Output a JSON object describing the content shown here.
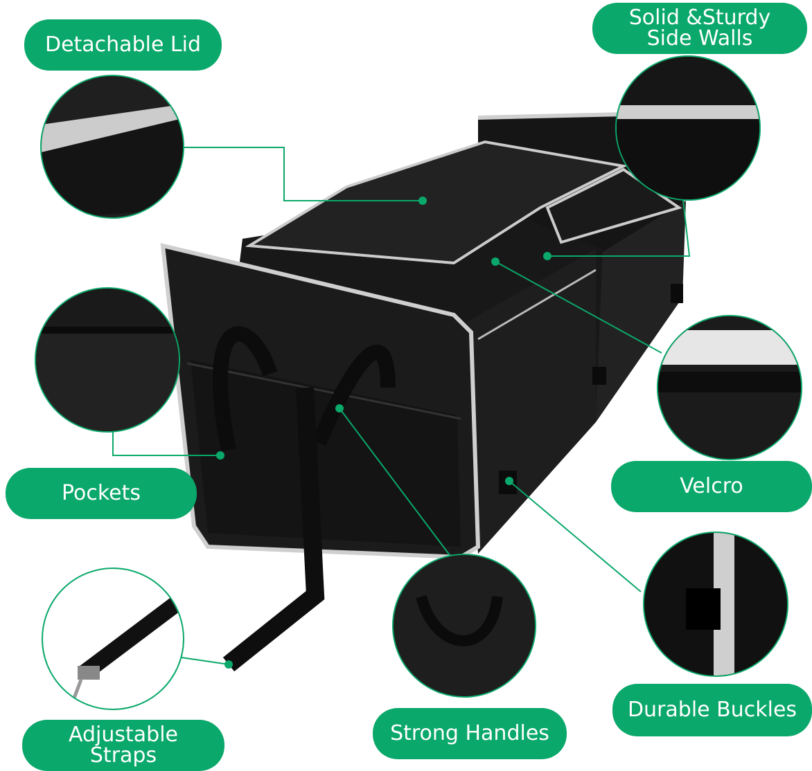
{
  "labels": {
    "detachable_lid": "Detachable Lid",
    "solid_sturdy_line1": "Solid &Sturdy",
    "solid_sturdy_line2": "Side Walls",
    "pockets": "Pockets",
    "velcro": "Velcro",
    "adjustable_straps": "Adjustable Straps",
    "strong_handles": "Strong Handles",
    "durable_buckles": "Durable Buckles"
  },
  "colors": {
    "accent": "#0aa86a",
    "fabric": "#1c1c1c",
    "trim": "#cfcfcf"
  }
}
